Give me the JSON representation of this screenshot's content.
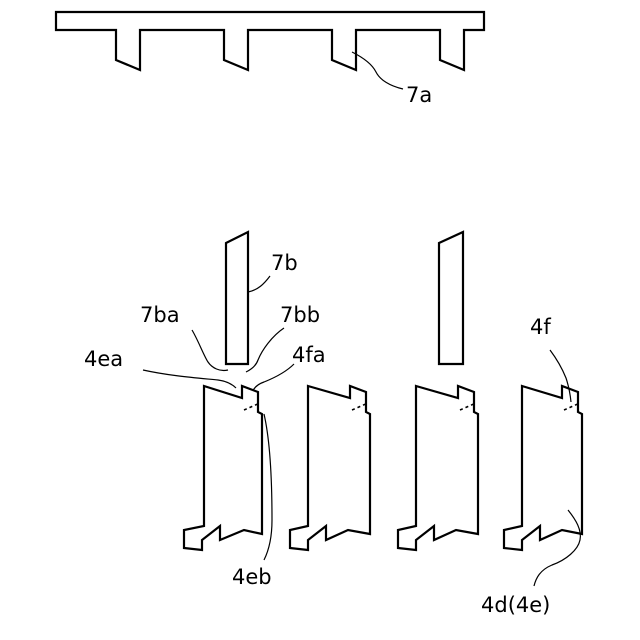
{
  "labels": {
    "l7a": "7a",
    "l7b": "7b",
    "l7ba": "7ba",
    "l7bb": "7bb",
    "l4ea": "4ea",
    "l4fa": "4fa",
    "l4f": "4f",
    "l4eb": "4eb",
    "l4d": "4d(4e)"
  }
}
